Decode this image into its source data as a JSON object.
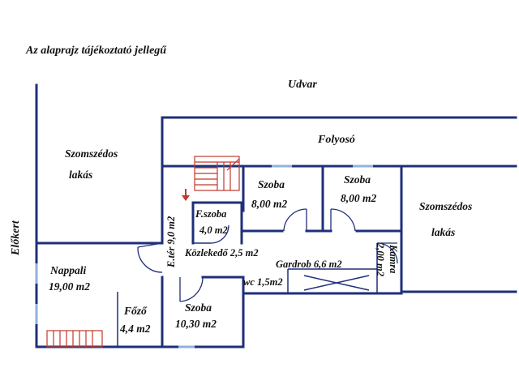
{
  "plan": {
    "note": "Az alaprajz tájékoztató jellegű",
    "colors": {
      "wall": "#1f2f7a",
      "window": "#8fb3d9",
      "stair": "#c0392b",
      "text": "#111111"
    },
    "areas": {
      "yard": "Udvar",
      "corridor": "Folyosó",
      "front_garden": "Előkert",
      "neighbor_left_line1": "Szomszédos",
      "neighbor_left_line2": "lakás",
      "neighbor_right_line1": "Szomszédos",
      "neighbor_right_line2": "lakás"
    },
    "rooms": {
      "living": {
        "name": "Nappali",
        "area": "19,00 m2"
      },
      "kitchen": {
        "name": "Főző",
        "area": "4,4 m2"
      },
      "room_bottom": {
        "name": "Szoba",
        "area": "10,30 m2"
      },
      "room_a": {
        "name": "Szoba",
        "area": "8,00 m2"
      },
      "room_b": {
        "name": "Szoba",
        "area": "8,00 m2"
      },
      "bathroom": {
        "name": "F.szoba",
        "area": "4,0 m2"
      },
      "hall": {
        "label": "Közlekedő 2,5 m2"
      },
      "entrance": {
        "label": "E.tér 9,0 m2"
      },
      "wardrobe": {
        "label": "Gardrob 6,6 m2"
      },
      "wc": {
        "label": "wc 1,5m2"
      },
      "pantry": {
        "name": "Kamra",
        "area": "2,00 m2"
      }
    },
    "icons": {
      "entry": "entry-arrow-icon",
      "stairs": "staircase-icon"
    }
  }
}
